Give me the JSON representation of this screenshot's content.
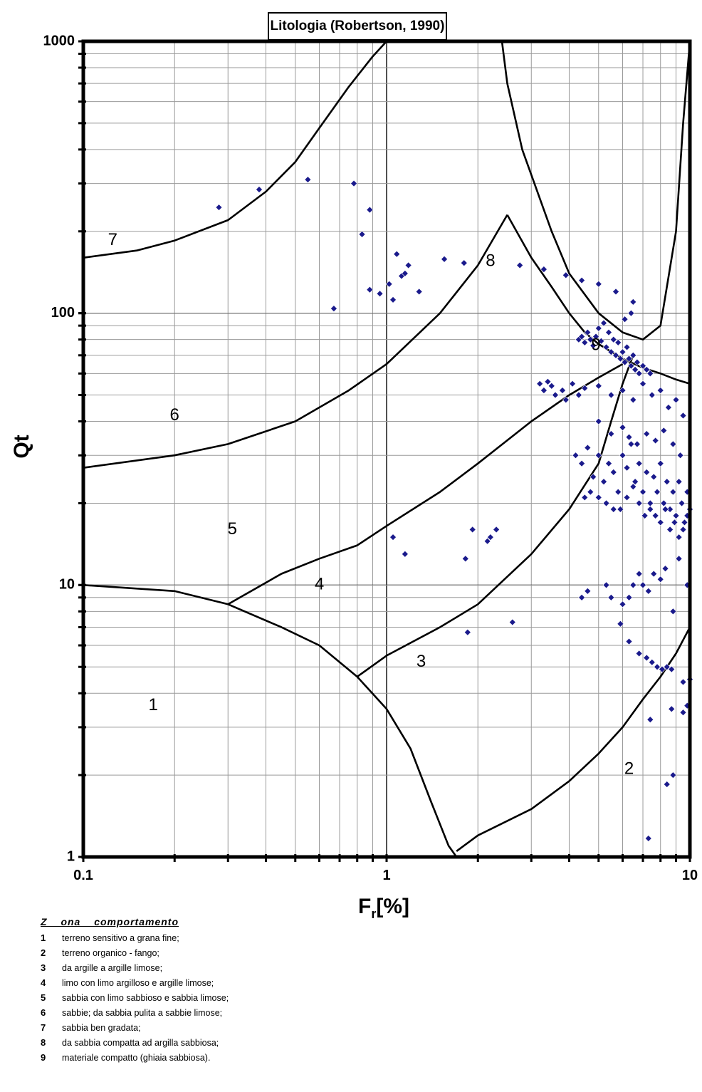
{
  "chart_data": {
    "type": "scatter",
    "title": "Litologia (Robertson, 1990)",
    "xlabel": "F",
    "xlabel_sub": "r",
    "xlabel_unit": "[%]",
    "ylabel": "Qt",
    "x_scale": "log",
    "y_scale": "log",
    "xlim": [
      0.1,
      10
    ],
    "ylim": [
      1,
      1000
    ],
    "x_ticks": [
      "0.1",
      "1",
      "10"
    ],
    "y_ticks": [
      "1",
      "10",
      "100",
      "1000"
    ],
    "grid": true,
    "marker_color": "#1a1a8c",
    "zone_labels": [
      {
        "text": "1",
        "x": 0.17,
        "y": 3.6
      },
      {
        "text": "2",
        "x": 6.3,
        "y": 2.1
      },
      {
        "text": "3",
        "x": 1.3,
        "y": 5.2
      },
      {
        "text": "4",
        "x": 0.6,
        "y": 10
      },
      {
        "text": "5",
        "x": 0.31,
        "y": 16
      },
      {
        "text": "6",
        "x": 0.2,
        "y": 42
      },
      {
        "text": "7",
        "x": 0.125,
        "y": 185
      },
      {
        "text": "8",
        "x": 2.2,
        "y": 155
      },
      {
        "text": "9",
        "x": 4.9,
        "y": 76
      }
    ],
    "boundaries": [
      {
        "points": [
          [
            0.1,
            160
          ],
          [
            0.15,
            170
          ],
          [
            0.2,
            185
          ],
          [
            0.3,
            220
          ],
          [
            0.4,
            280
          ],
          [
            0.5,
            360
          ],
          [
            0.6,
            480
          ],
          [
            0.75,
            680
          ],
          [
            0.9,
            880
          ],
          [
            1.0,
            1000
          ]
        ]
      },
      {
        "points": [
          [
            0.1,
            27
          ],
          [
            0.2,
            30
          ],
          [
            0.3,
            33
          ],
          [
            0.5,
            40
          ],
          [
            0.75,
            52
          ],
          [
            1.0,
            65
          ],
          [
            1.5,
            100
          ],
          [
            2.0,
            150
          ],
          [
            2.5,
            230
          ]
        ]
      },
      {
        "points": [
          [
            0.3,
            8.5
          ],
          [
            0.45,
            11
          ],
          [
            0.6,
            12.5
          ],
          [
            0.8,
            14
          ],
          [
            1.0,
            16.5
          ],
          [
            1.5,
            22
          ],
          [
            2.0,
            28
          ],
          [
            3.0,
            40
          ],
          [
            4.0,
            50
          ],
          [
            5.0,
            58
          ],
          [
            6.0,
            65
          ]
        ]
      },
      {
        "points": [
          [
            0.8,
            4.6
          ],
          [
            1.0,
            5.5
          ],
          [
            1.5,
            7
          ],
          [
            2.0,
            8.5
          ],
          [
            3.0,
            13
          ],
          [
            4.0,
            19
          ],
          [
            5.0,
            28
          ],
          [
            5.5,
            40
          ],
          [
            6.0,
            55
          ],
          [
            6.5,
            70
          ]
        ]
      },
      {
        "points": [
          [
            1.7,
            1.05
          ],
          [
            2.0,
            1.2
          ],
          [
            3.0,
            1.5
          ],
          [
            4.0,
            1.9
          ],
          [
            5.0,
            2.4
          ],
          [
            6.0,
            3.0
          ],
          [
            7.0,
            3.8
          ],
          [
            8.0,
            4.6
          ],
          [
            9.0,
            5.6
          ],
          [
            10.0,
            7
          ]
        ]
      },
      {
        "points": [
          [
            0.1,
            10
          ],
          [
            0.2,
            9.5
          ],
          [
            0.3,
            8.5
          ],
          [
            0.45,
            7
          ],
          [
            0.6,
            6
          ],
          [
            0.8,
            4.6
          ],
          [
            1.0,
            3.5
          ],
          [
            1.2,
            2.5
          ],
          [
            1.4,
            1.6
          ],
          [
            1.6,
            1.1
          ],
          [
            1.7,
            1.0
          ]
        ]
      },
      {
        "points": [
          [
            2.5,
            230
          ],
          [
            3.0,
            160
          ],
          [
            3.5,
            125
          ],
          [
            4.0,
            100
          ],
          [
            4.5,
            85
          ],
          [
            5.0,
            77
          ],
          [
            6.0,
            68
          ],
          [
            7.0,
            63
          ],
          [
            8.0,
            60
          ],
          [
            9.0,
            57
          ],
          [
            10.0,
            55
          ]
        ]
      },
      {
        "points": [
          [
            2.4,
            1000
          ],
          [
            2.5,
            700
          ],
          [
            2.8,
            400
          ],
          [
            3.5,
            200
          ],
          [
            4.0,
            140
          ],
          [
            5.0,
            100
          ],
          [
            6.0,
            85
          ],
          [
            7.0,
            80
          ],
          [
            8.0,
            90
          ],
          [
            9.0,
            200
          ],
          [
            9.5,
            500
          ],
          [
            10.0,
            1000
          ]
        ]
      }
    ],
    "points": [
      [
        0.28,
        245
      ],
      [
        0.38,
        285
      ],
      [
        0.55,
        310
      ],
      [
        0.67,
        104
      ],
      [
        0.78,
        300
      ],
      [
        0.83,
        195
      ],
      [
        0.88,
        240
      ],
      [
        0.88,
        122
      ],
      [
        0.95,
        118
      ],
      [
        1.02,
        128
      ],
      [
        1.05,
        112
      ],
      [
        1.08,
        165
      ],
      [
        1.12,
        137
      ],
      [
        1.15,
        140
      ],
      [
        1.18,
        150
      ],
      [
        1.28,
        120
      ],
      [
        1.55,
        158
      ],
      [
        1.8,
        153
      ],
      [
        2.75,
        150
      ],
      [
        3.3,
        145
      ],
      [
        3.9,
        138
      ],
      [
        4.4,
        132
      ],
      [
        5.0,
        128
      ],
      [
        5.7,
        120
      ],
      [
        6.1,
        95
      ],
      [
        6.4,
        100
      ],
      [
        6.5,
        110
      ],
      [
        4.3,
        80
      ],
      [
        4.4,
        82
      ],
      [
        4.5,
        78
      ],
      [
        4.6,
        85
      ],
      [
        4.7,
        80
      ],
      [
        4.8,
        76
      ],
      [
        4.9,
        82
      ],
      [
        5.0,
        88
      ],
      [
        5.1,
        79
      ],
      [
        5.2,
        92
      ],
      [
        5.3,
        75
      ],
      [
        5.4,
        85
      ],
      [
        5.5,
        72
      ],
      [
        5.6,
        80
      ],
      [
        5.7,
        70
      ],
      [
        5.8,
        78
      ],
      [
        5.9,
        68
      ],
      [
        6.0,
        72
      ],
      [
        6.1,
        66
      ],
      [
        6.2,
        75
      ],
      [
        6.3,
        68
      ],
      [
        6.4,
        64
      ],
      [
        6.5,
        70
      ],
      [
        6.6,
        62
      ],
      [
        6.7,
        66
      ],
      [
        6.8,
        60
      ],
      [
        7.0,
        64
      ],
      [
        7.2,
        62
      ],
      [
        7.4,
        60
      ],
      [
        3.2,
        55
      ],
      [
        3.3,
        52
      ],
      [
        3.4,
        56
      ],
      [
        3.5,
        54
      ],
      [
        3.6,
        50
      ],
      [
        3.8,
        52
      ],
      [
        3.9,
        48
      ],
      [
        4.1,
        55
      ],
      [
        4.3,
        50
      ],
      [
        4.5,
        53
      ],
      [
        5.0,
        54
      ],
      [
        5.5,
        50
      ],
      [
        6.0,
        52
      ],
      [
        6.5,
        48
      ],
      [
        7.0,
        55
      ],
      [
        7.5,
        50
      ],
      [
        8.0,
        52
      ],
      [
        8.5,
        45
      ],
      [
        9.0,
        48
      ],
      [
        9.5,
        42
      ],
      [
        4.2,
        30
      ],
      [
        4.4,
        28
      ],
      [
        4.6,
        32
      ],
      [
        4.8,
        25
      ],
      [
        5.0,
        30
      ],
      [
        5.2,
        24
      ],
      [
        5.4,
        28
      ],
      [
        5.6,
        26
      ],
      [
        5.8,
        22
      ],
      [
        6.0,
        30
      ],
      [
        6.2,
        27
      ],
      [
        6.4,
        33
      ],
      [
        6.6,
        24
      ],
      [
        6.8,
        28
      ],
      [
        7.0,
        22
      ],
      [
        7.2,
        26
      ],
      [
        7.4,
        20
      ],
      [
        7.6,
        25
      ],
      [
        7.8,
        22
      ],
      [
        8.0,
        28
      ],
      [
        8.2,
        20
      ],
      [
        8.4,
        24
      ],
      [
        8.6,
        19
      ],
      [
        8.8,
        22
      ],
      [
        9.0,
        18
      ],
      [
        9.2,
        24
      ],
      [
        9.4,
        20
      ],
      [
        9.6,
        17
      ],
      [
        9.8,
        22
      ],
      [
        10.0,
        19
      ],
      [
        4.5,
        21
      ],
      [
        4.7,
        22
      ],
      [
        5.0,
        21
      ],
      [
        5.3,
        20
      ],
      [
        5.6,
        19
      ],
      [
        5.9,
        19
      ],
      [
        6.2,
        21
      ],
      [
        6.5,
        23
      ],
      [
        6.8,
        20
      ],
      [
        7.1,
        18
      ],
      [
        7.4,
        19
      ],
      [
        7.7,
        18
      ],
      [
        8.0,
        17
      ],
      [
        8.3,
        19
      ],
      [
        8.6,
        16
      ],
      [
        8.9,
        17
      ],
      [
        9.2,
        15
      ],
      [
        9.5,
        16
      ],
      [
        9.8,
        18
      ],
      [
        5.0,
        40
      ],
      [
        5.5,
        36
      ],
      [
        6.0,
        38
      ],
      [
        6.3,
        35
      ],
      [
        6.7,
        33
      ],
      [
        7.2,
        36
      ],
      [
        7.7,
        34
      ],
      [
        8.2,
        37
      ],
      [
        8.8,
        33
      ],
      [
        9.3,
        30
      ],
      [
        1.05,
        15
      ],
      [
        1.15,
        13
      ],
      [
        1.82,
        12.5
      ],
      [
        1.92,
        16
      ],
      [
        2.15,
        14.5
      ],
      [
        2.2,
        15
      ],
      [
        2.3,
        16
      ],
      [
        4.4,
        9
      ],
      [
        4.6,
        9.5
      ],
      [
        5.3,
        10
      ],
      [
        5.5,
        9
      ],
      [
        6.0,
        8.5
      ],
      [
        6.3,
        9
      ],
      [
        6.5,
        10
      ],
      [
        6.8,
        11
      ],
      [
        7.0,
        10
      ],
      [
        7.3,
        9.5
      ],
      [
        7.6,
        11
      ],
      [
        8.0,
        10.5
      ],
      [
        8.3,
        11.5
      ],
      [
        8.8,
        8
      ],
      [
        9.2,
        12.5
      ],
      [
        9.8,
        10
      ],
      [
        1.85,
        6.7
      ],
      [
        2.6,
        7.3
      ],
      [
        5.9,
        7.2
      ],
      [
        6.3,
        6.2
      ],
      [
        6.8,
        5.6
      ],
      [
        7.2,
        5.4
      ],
      [
        7.5,
        5.2
      ],
      [
        7.8,
        5
      ],
      [
        8.1,
        4.9
      ],
      [
        8.4,
        5
      ],
      [
        8.7,
        4.9
      ],
      [
        9.5,
        4.4
      ],
      [
        9.8,
        3.6
      ],
      [
        10.0,
        4.5
      ],
      [
        7.4,
        3.2
      ],
      [
        8.7,
        3.5
      ],
      [
        9.5,
        3.4
      ],
      [
        8.4,
        1.85
      ],
      [
        8.8,
        2.0
      ],
      [
        7.3,
        1.17
      ]
    ]
  },
  "legend": {
    "title": "Z ona comportamento",
    "items": [
      {
        "num": "1",
        "text": "terreno sensitivo a grana fine;"
      },
      {
        "num": "2",
        "text": " terreno organico - fango;"
      },
      {
        "num": "3",
        "text": " da argille a argille limose;"
      },
      {
        "num": "4",
        "text": " limo con limo argilloso e argille limose;"
      },
      {
        "num": "5",
        "text": "sabbia con limo sabbioso e sabbia limose;"
      },
      {
        "num": "6",
        "text": "sabbie; da sabbia pulita a sabbie limose;"
      },
      {
        "num": "7",
        "text": "sabbia ben gradata;"
      },
      {
        "num": "8",
        "text": "da sabbia compatta ad argilla sabbiosa;"
      },
      {
        "num": "9",
        "text": "materiale compatto (ghiaia sabbiosa)."
      }
    ]
  }
}
